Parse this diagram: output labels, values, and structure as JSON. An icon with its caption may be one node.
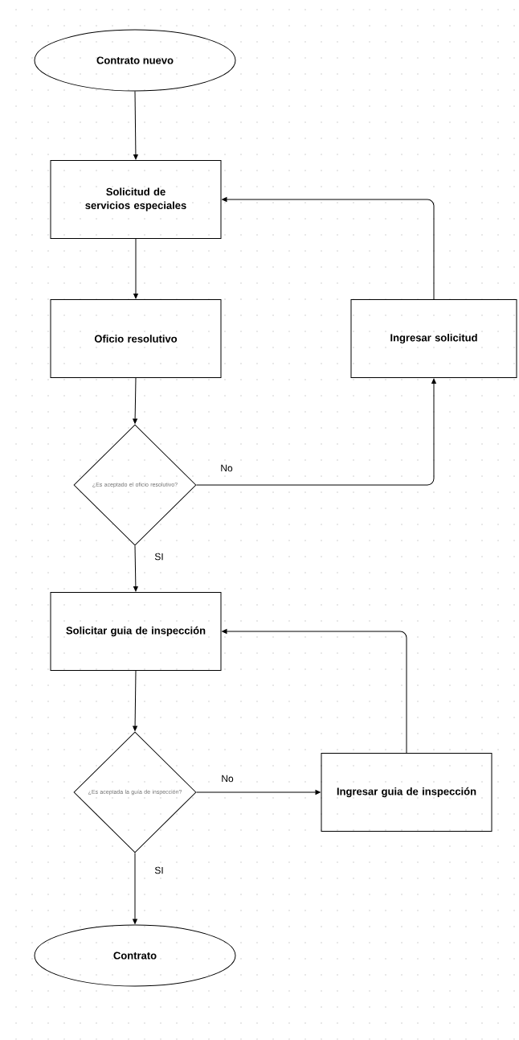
{
  "diagram": {
    "nodes": [
      {
        "text": [
          "Contrato nuevo"
        ]
      },
      {
        "text": [
          "Solicitud de servicios especiales"
        ]
      },
      {
        "text": [
          "Oficio resolutivo"
        ]
      },
      {
        "text": [
          "Ingresar solicitud"
        ]
      },
      {
        "text": [
          "¿Es aceptado el oficio resolutivo?"
        ]
      },
      {
        "text": [
          "Solicitar guia de inspección"
        ]
      },
      {
        "text": [
          "¿Es aceptada la guía de inspección?"
        ]
      },
      {
        "text": [
          "Ingresar guia de inspección"
        ]
      },
      {
        "text": [
          "Contrato"
        ]
      }
    ],
    "edges": [
      {
        "from": 0,
        "to": 1,
        "arrow": "to"
      },
      {
        "from": 1,
        "to": 2,
        "arrow": "to"
      },
      {
        "from": 2,
        "to": 4,
        "arrow": "to"
      },
      {
        "from": 4,
        "to": 3,
        "arrow": "to",
        "label": "No"
      },
      {
        "from": 3,
        "to": 1,
        "arrow": "to"
      },
      {
        "from": 4,
        "to": 5,
        "arrow": "to",
        "label": "SI"
      },
      {
        "from": 5,
        "to": 6,
        "arrow": "to"
      },
      {
        "from": 6,
        "to": 7,
        "arrow": "to",
        "label": "No"
      },
      {
        "from": 7,
        "to": 5,
        "arrow": "to"
      },
      {
        "from": 6,
        "to": 8,
        "arrow": "to",
        "label": "SI"
      }
    ]
  }
}
